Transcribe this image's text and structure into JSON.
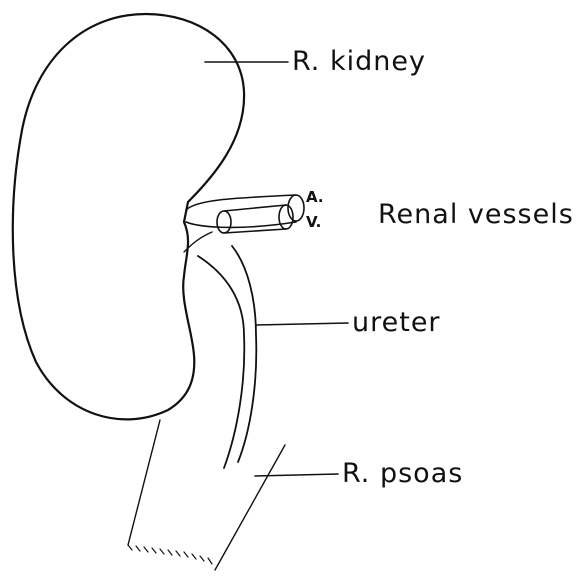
{
  "labels": {
    "kidney": "R. kidney",
    "artery": "A.",
    "vein": "V.",
    "vessels": "Renal vessels",
    "ureter": "ureter",
    "psoas": "R. psoas"
  },
  "colors": {
    "ink": "#111111",
    "background": "#ffffff"
  }
}
